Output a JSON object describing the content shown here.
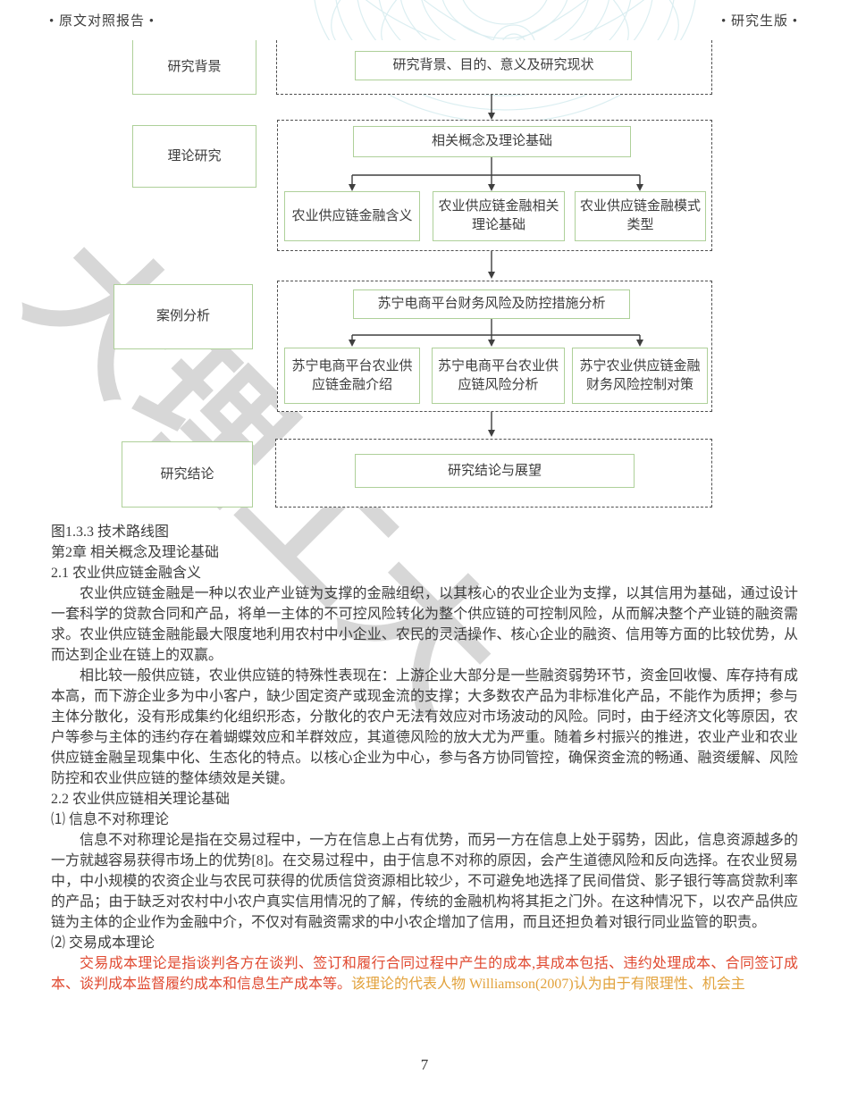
{
  "page": {
    "header_left": "• 原文对照报告 •",
    "header_right": "• 研究生版 •",
    "page_number": "7"
  },
  "flowchart": {
    "caption": "图1.3.3 技术路线图",
    "watermark_text": "大理工大",
    "rows": [
      {
        "label": "研究背景",
        "main": "研究背景、目的、意义及研究现状",
        "children": []
      },
      {
        "label": "理论研究",
        "main": "相关概念及理论基础",
        "children": [
          "农业供应链金融含义",
          "农业供应链金融相关理论基础",
          "农业供应链金融模式类型"
        ]
      },
      {
        "label": "案例分析",
        "main": "苏宁电商平台财务风险及防控措施分析",
        "children": [
          "苏宁电商平台农业供应链金融介绍",
          "苏宁电商平台农业供应链风险分析",
          "苏宁农业供应链金融财务风险控制对策"
        ]
      },
      {
        "label": "研究结论",
        "main": "研究结论与展望",
        "children": []
      }
    ]
  },
  "content": {
    "chapter_heading": "第2章 相关概念及理论基础",
    "section_21_heading": "2.1 农业供应链金融含义",
    "p1": "农业供应链金融是一种以农业产业链为支撑的金融组织，以其核心的农业企业为支撑，以其信用为基础，通过设计一套科学的贷款合同和产品，将单一主体的不可控风险转化为整个供应链的可控制风险，从而解决整个产业链的融资需求。农业供应链金融能最大限度地利用农村中小企业、农民的灵活操作、核心企业的融资、信用等方面的比较优势，从而达到企业在链上的双赢。",
    "p2": "相比较一般供应链，农业供应链的特殊性表现在：上游企业大部分是一些融资弱势环节，资金回收慢、库存持有成本高，而下游企业多为中小客户，缺少固定资产或现金流的支撑；大多数农产品为非标准化产品，不能作为质押；参与主体分散化，没有形成集约化组织形态，分散化的农户无法有效应对市场波动的风险。同时，由于经济文化等原因，农户等参与主体的违约存在着蝴蝶效应和羊群效应，其道德风险的放大尤为严重。随着乡村振兴的推进，农业产业和农业供应链金融呈现集中化、生态化的特点。以核心企业为中心，参与各方协同管控，确保资金流的畅通、融资缓解、风险防控和农业供应链的整体绩效是关键。",
    "section_22_heading": "2.2 农业供应链相关理论基础",
    "item1_heading": "⑴ 信息不对称理论",
    "p3": "信息不对称理论是指在交易过程中，一方在信息上占有优势，而另一方在信息上处于弱势，因此，信息资源越多的一方就越容易获得市场上的优势[8]。在交易过程中，由于信息不对称的原因，会产生道德风险和反向选择。在农业贸易中，中小规模的农资企业与农民可获得的优质信贷资源相比较少，不可避免地选择了民间借贷、影子银行等高贷款利率的产品；由于缺乏对农村中小农户真实信用情况的了解，传统的金融机构将其拒之门外。在这种情况下，以农产品供应链为主体的企业作为金融中介，不仅对有融资需求的中小农企增加了信用，而且还担负着对银行同业监管的职责。",
    "item2_heading": "⑵ 交易成本理论",
    "p4_red": "交易成本理论是指谈判各方在谈判、签订和履行合同过程中产生的成本,其成本包括、违约处理成本、合同签订成本、谈判成本监督履约成本和信息生产成本等。",
    "p4_orange": "该理论的代表人物 Williamson(2007)认为由于有限理性、机会主"
  },
  "colors": {
    "box_border_green": "#aed099",
    "dashed_border": "#4f4f4f",
    "body_text": "#3d3d3d",
    "red_text": "#e04a31",
    "orange_text": "#e2a23c",
    "watermark_gray": "#d7d7d7",
    "guilloche_cyan": "#d8edf0"
  }
}
